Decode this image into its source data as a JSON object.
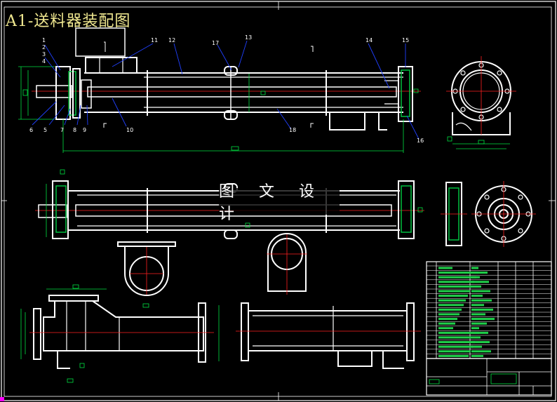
{
  "drawing": {
    "title": "A1-送料器装配图",
    "watermark": "图 文 设 计",
    "part_numbers_left": [
      "1",
      "2",
      "3",
      "4"
    ],
    "part_numbers_bottom": [
      "6",
      "5",
      "7",
      "8",
      "9",
      "10"
    ],
    "part_numbers_top": [
      "11",
      "12",
      "17",
      "13",
      "14",
      "15"
    ],
    "part_number_16": "16",
    "part_number_18": "18",
    "colors": {
      "background": "#000000",
      "outline": "#ffffff",
      "centerline": "#ff2020",
      "dimension": "#00e040",
      "leader": "#2040ff",
      "hatch": "#00c040",
      "title_text": "#f0e890"
    }
  }
}
